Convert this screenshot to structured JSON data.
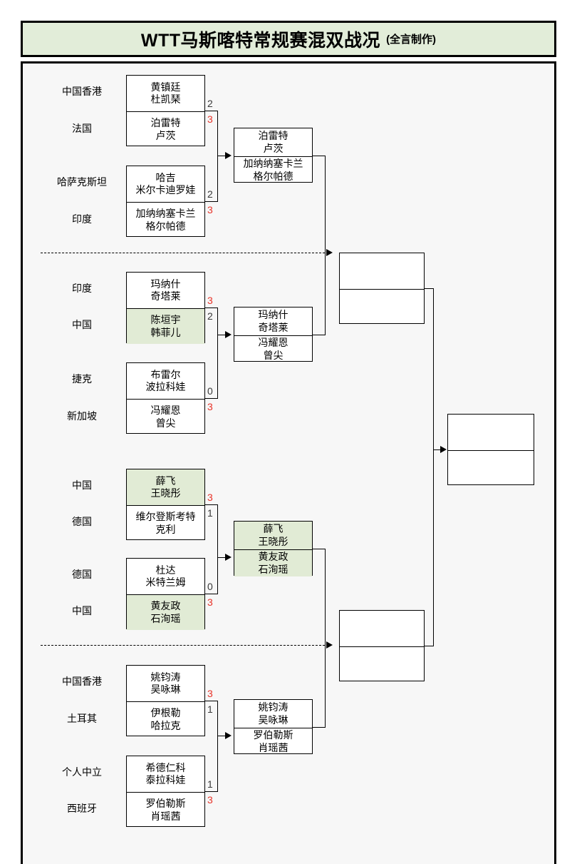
{
  "title": {
    "main": "WTT马斯喀特常规赛混双战况",
    "sub": "(全言制作)"
  },
  "colors": {
    "title_bg": "#e2edd9",
    "highlight_green": "#e1ebd5",
    "winner_score": "#e8342a",
    "loser_score": "#3a3a3a",
    "frame_bg": "#f7f7f7",
    "border": "#000000"
  },
  "bracket": {
    "round1": [
      {
        "id": "r1-m1",
        "top": {
          "country": "中国香港",
          "p1": "黄镇廷",
          "p2": "杜凯琹",
          "score": "2",
          "winner": false,
          "highlight": false
        },
        "bottom": {
          "country": "法国",
          "p1": "泊雷特",
          "p2": "卢茨",
          "score": "3",
          "winner": true,
          "highlight": false
        }
      },
      {
        "id": "r1-m2",
        "top": {
          "country": "哈萨克斯坦",
          "p1": "哈吉",
          "p2": "米尔卡迪罗娃",
          "score": "2",
          "winner": false,
          "highlight": false
        },
        "bottom": {
          "country": "印度",
          "p1": "加纳纳塞卡兰",
          "p2": "格尔帕德",
          "score": "3",
          "winner": true,
          "highlight": false
        }
      },
      {
        "id": "r1-m3",
        "top": {
          "country": "印度",
          "p1": "玛纳什",
          "p2": "奇塔莱",
          "score": "3",
          "winner": true,
          "highlight": false
        },
        "bottom": {
          "country": "中国",
          "p1": "陈垣宇",
          "p2": "韩菲儿",
          "score": "2",
          "winner": false,
          "highlight": true
        }
      },
      {
        "id": "r1-m4",
        "top": {
          "country": "捷克",
          "p1": "布雷尔",
          "p2": "波拉科娃",
          "score": "0",
          "winner": false,
          "highlight": false
        },
        "bottom": {
          "country": "新加坡",
          "p1": "冯耀恩",
          "p2": "曾尖",
          "score": "3",
          "winner": true,
          "highlight": false
        }
      },
      {
        "id": "r1-m5",
        "top": {
          "country": "中国",
          "p1": "薛飞",
          "p2": "王晓彤",
          "score": "3",
          "winner": true,
          "highlight": true
        },
        "bottom": {
          "country": "德国",
          "p1": "维尔登斯考特",
          "p2": "克利",
          "score": "1",
          "winner": false,
          "highlight": false
        }
      },
      {
        "id": "r1-m6",
        "top": {
          "country": "德国",
          "p1": "杜达",
          "p2": "米特兰姆",
          "score": "0",
          "winner": false,
          "highlight": false
        },
        "bottom": {
          "country": "中国",
          "p1": "黄友政",
          "p2": "石洵瑶",
          "score": "3",
          "winner": true,
          "highlight": true
        }
      },
      {
        "id": "r1-m7",
        "top": {
          "country": "中国香港",
          "p1": "姚钧涛",
          "p2": "吴咏琳",
          "score": "3",
          "winner": true,
          "highlight": false
        },
        "bottom": {
          "country": "土耳其",
          "p1": "伊根勒",
          "p2": "哈拉克",
          "score": "1",
          "winner": false,
          "highlight": false
        }
      },
      {
        "id": "r1-m8",
        "top": {
          "country": "个人中立",
          "p1": "希德仁科",
          "p2": "泰拉科娃",
          "score": "1",
          "winner": false,
          "highlight": false
        },
        "bottom": {
          "country": "西班牙",
          "p1": "罗伯勒斯",
          "p2": "肖瑶茜",
          "score": "3",
          "winner": true,
          "highlight": false
        }
      }
    ],
    "round2": [
      {
        "id": "r2-m1",
        "top": {
          "p1": "泊雷特",
          "p2": "卢茨",
          "score": "",
          "highlight": false
        },
        "bottom": {
          "p1": "加纳纳塞卡兰",
          "p2": "格尔帕德",
          "score": "",
          "highlight": false
        }
      },
      {
        "id": "r2-m2",
        "top": {
          "p1": "玛纳什",
          "p2": "奇塔莱",
          "score": "",
          "highlight": false
        },
        "bottom": {
          "p1": "冯耀恩",
          "p2": "曾尖",
          "score": "",
          "highlight": false
        }
      },
      {
        "id": "r2-m3",
        "top": {
          "p1": "薛飞",
          "p2": "王晓彤",
          "score": "",
          "highlight": true
        },
        "bottom": {
          "p1": "黄友政",
          "p2": "石洵瑶",
          "score": "",
          "highlight": true
        }
      },
      {
        "id": "r2-m4",
        "top": {
          "p1": "姚钧涛",
          "p2": "吴咏琳",
          "score": "",
          "highlight": false
        },
        "bottom": {
          "p1": "罗伯勒斯",
          "p2": "肖瑶茜",
          "score": "",
          "highlight": false
        }
      }
    ],
    "semifinals": [
      {
        "id": "sf-1",
        "top": {
          "p1": "",
          "p2": "",
          "highlight": false
        },
        "bottom": {
          "p1": "",
          "p2": "",
          "highlight": false
        }
      },
      {
        "id": "sf-2",
        "top": {
          "p1": "",
          "p2": "",
          "highlight": false
        },
        "bottom": {
          "p1": "",
          "p2": "",
          "highlight": false
        }
      }
    ],
    "final": {
      "id": "final",
      "top": {
        "p1": "",
        "p2": "",
        "highlight": false
      },
      "bottom": {
        "p1": "",
        "p2": "",
        "highlight": false
      }
    }
  }
}
